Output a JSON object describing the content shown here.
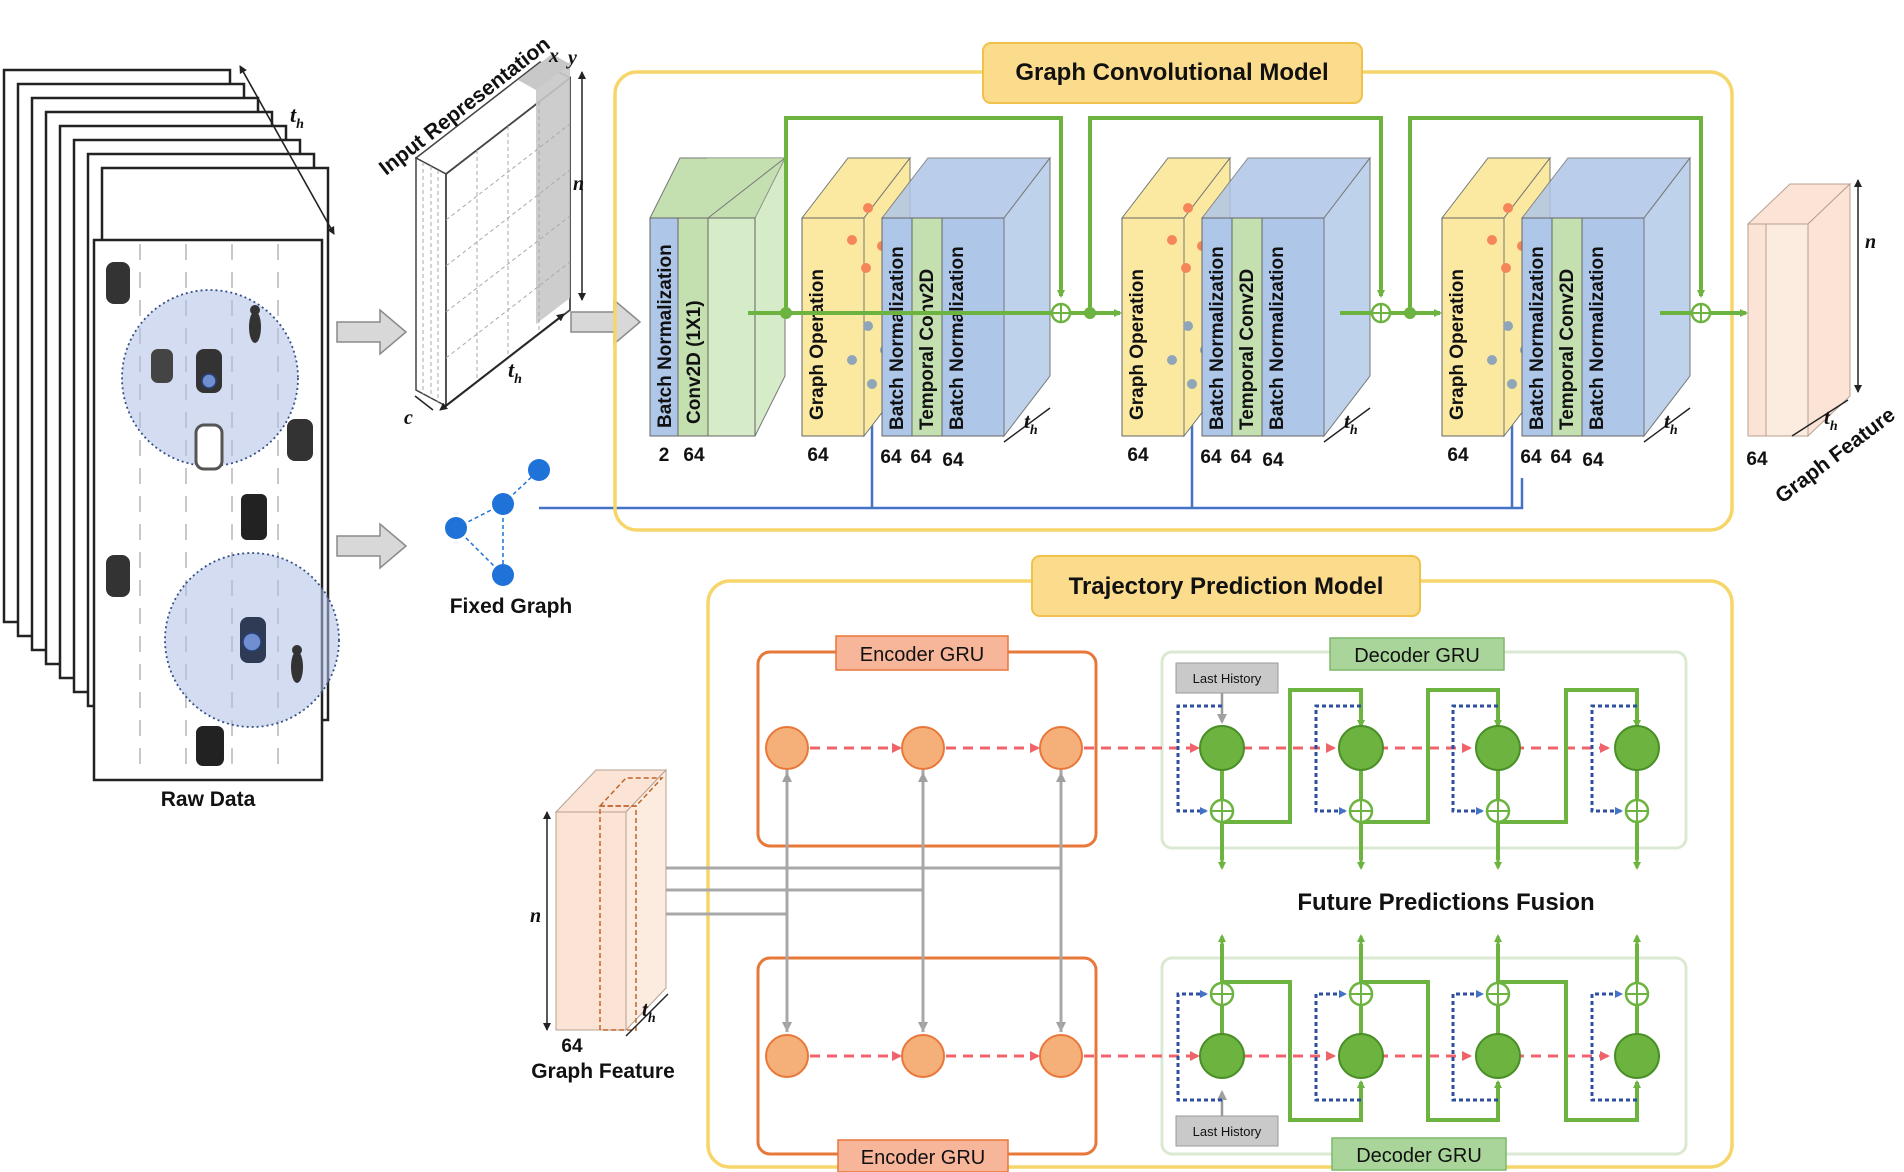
{
  "raw_data": {
    "label": "Raw Data",
    "time_symbol": "t",
    "time_subscript": "h"
  },
  "input_rep": {
    "label": "Input Representation",
    "x": "x",
    "y": "y",
    "n": "n",
    "c": "c",
    "t": "t",
    "t_sub": "h"
  },
  "fixed_graph": {
    "label": "Fixed Graph"
  },
  "gcm": {
    "title": "Graph Convolutional Model",
    "t": "t",
    "t_sub": "h",
    "first": {
      "layer1": "Batch Normalization",
      "layer2": "Conv2D (1X1)",
      "c1": "2",
      "c2": "64"
    },
    "block": {
      "graph_op": "Graph Operation",
      "bn1": "Batch Normalization",
      "tconv": "Temporal Conv2D",
      "bn2": "Batch Normalization",
      "c_graph": "64",
      "c1": "64",
      "c2": "64",
      "c3": "64"
    }
  },
  "graph_feature_out": {
    "label": "Graph Feature",
    "n": "n",
    "c": "64",
    "t": "t",
    "t_sub": "h"
  },
  "tpm": {
    "title": "Trajectory Prediction  Model",
    "encoder_top": "Encoder GRU",
    "encoder_bottom": "Encoder GRU",
    "decoder_top": "Decoder GRU",
    "decoder_bottom": "Decoder GRU",
    "last_history_top": "Last History",
    "last_history_bottom": "Last History",
    "fusion": "Future Predictions Fusion"
  },
  "graph_feature_in": {
    "label": "Graph Feature",
    "n": "n",
    "c": "64",
    "t": "t",
    "t_sub": "h"
  },
  "colors": {
    "yellow_frame": "#f6d66a",
    "title_fill": "#fbdb8c",
    "blue_box": "#aec6e8",
    "green_box": "#c4e0b0",
    "yellow_box": "#fbe9a1",
    "peach": "#fbe4d6",
    "orange": "#e8773a",
    "green_line": "#6cb33f",
    "blue_line": "#4472c4",
    "red_dash": "#f0636b"
  }
}
